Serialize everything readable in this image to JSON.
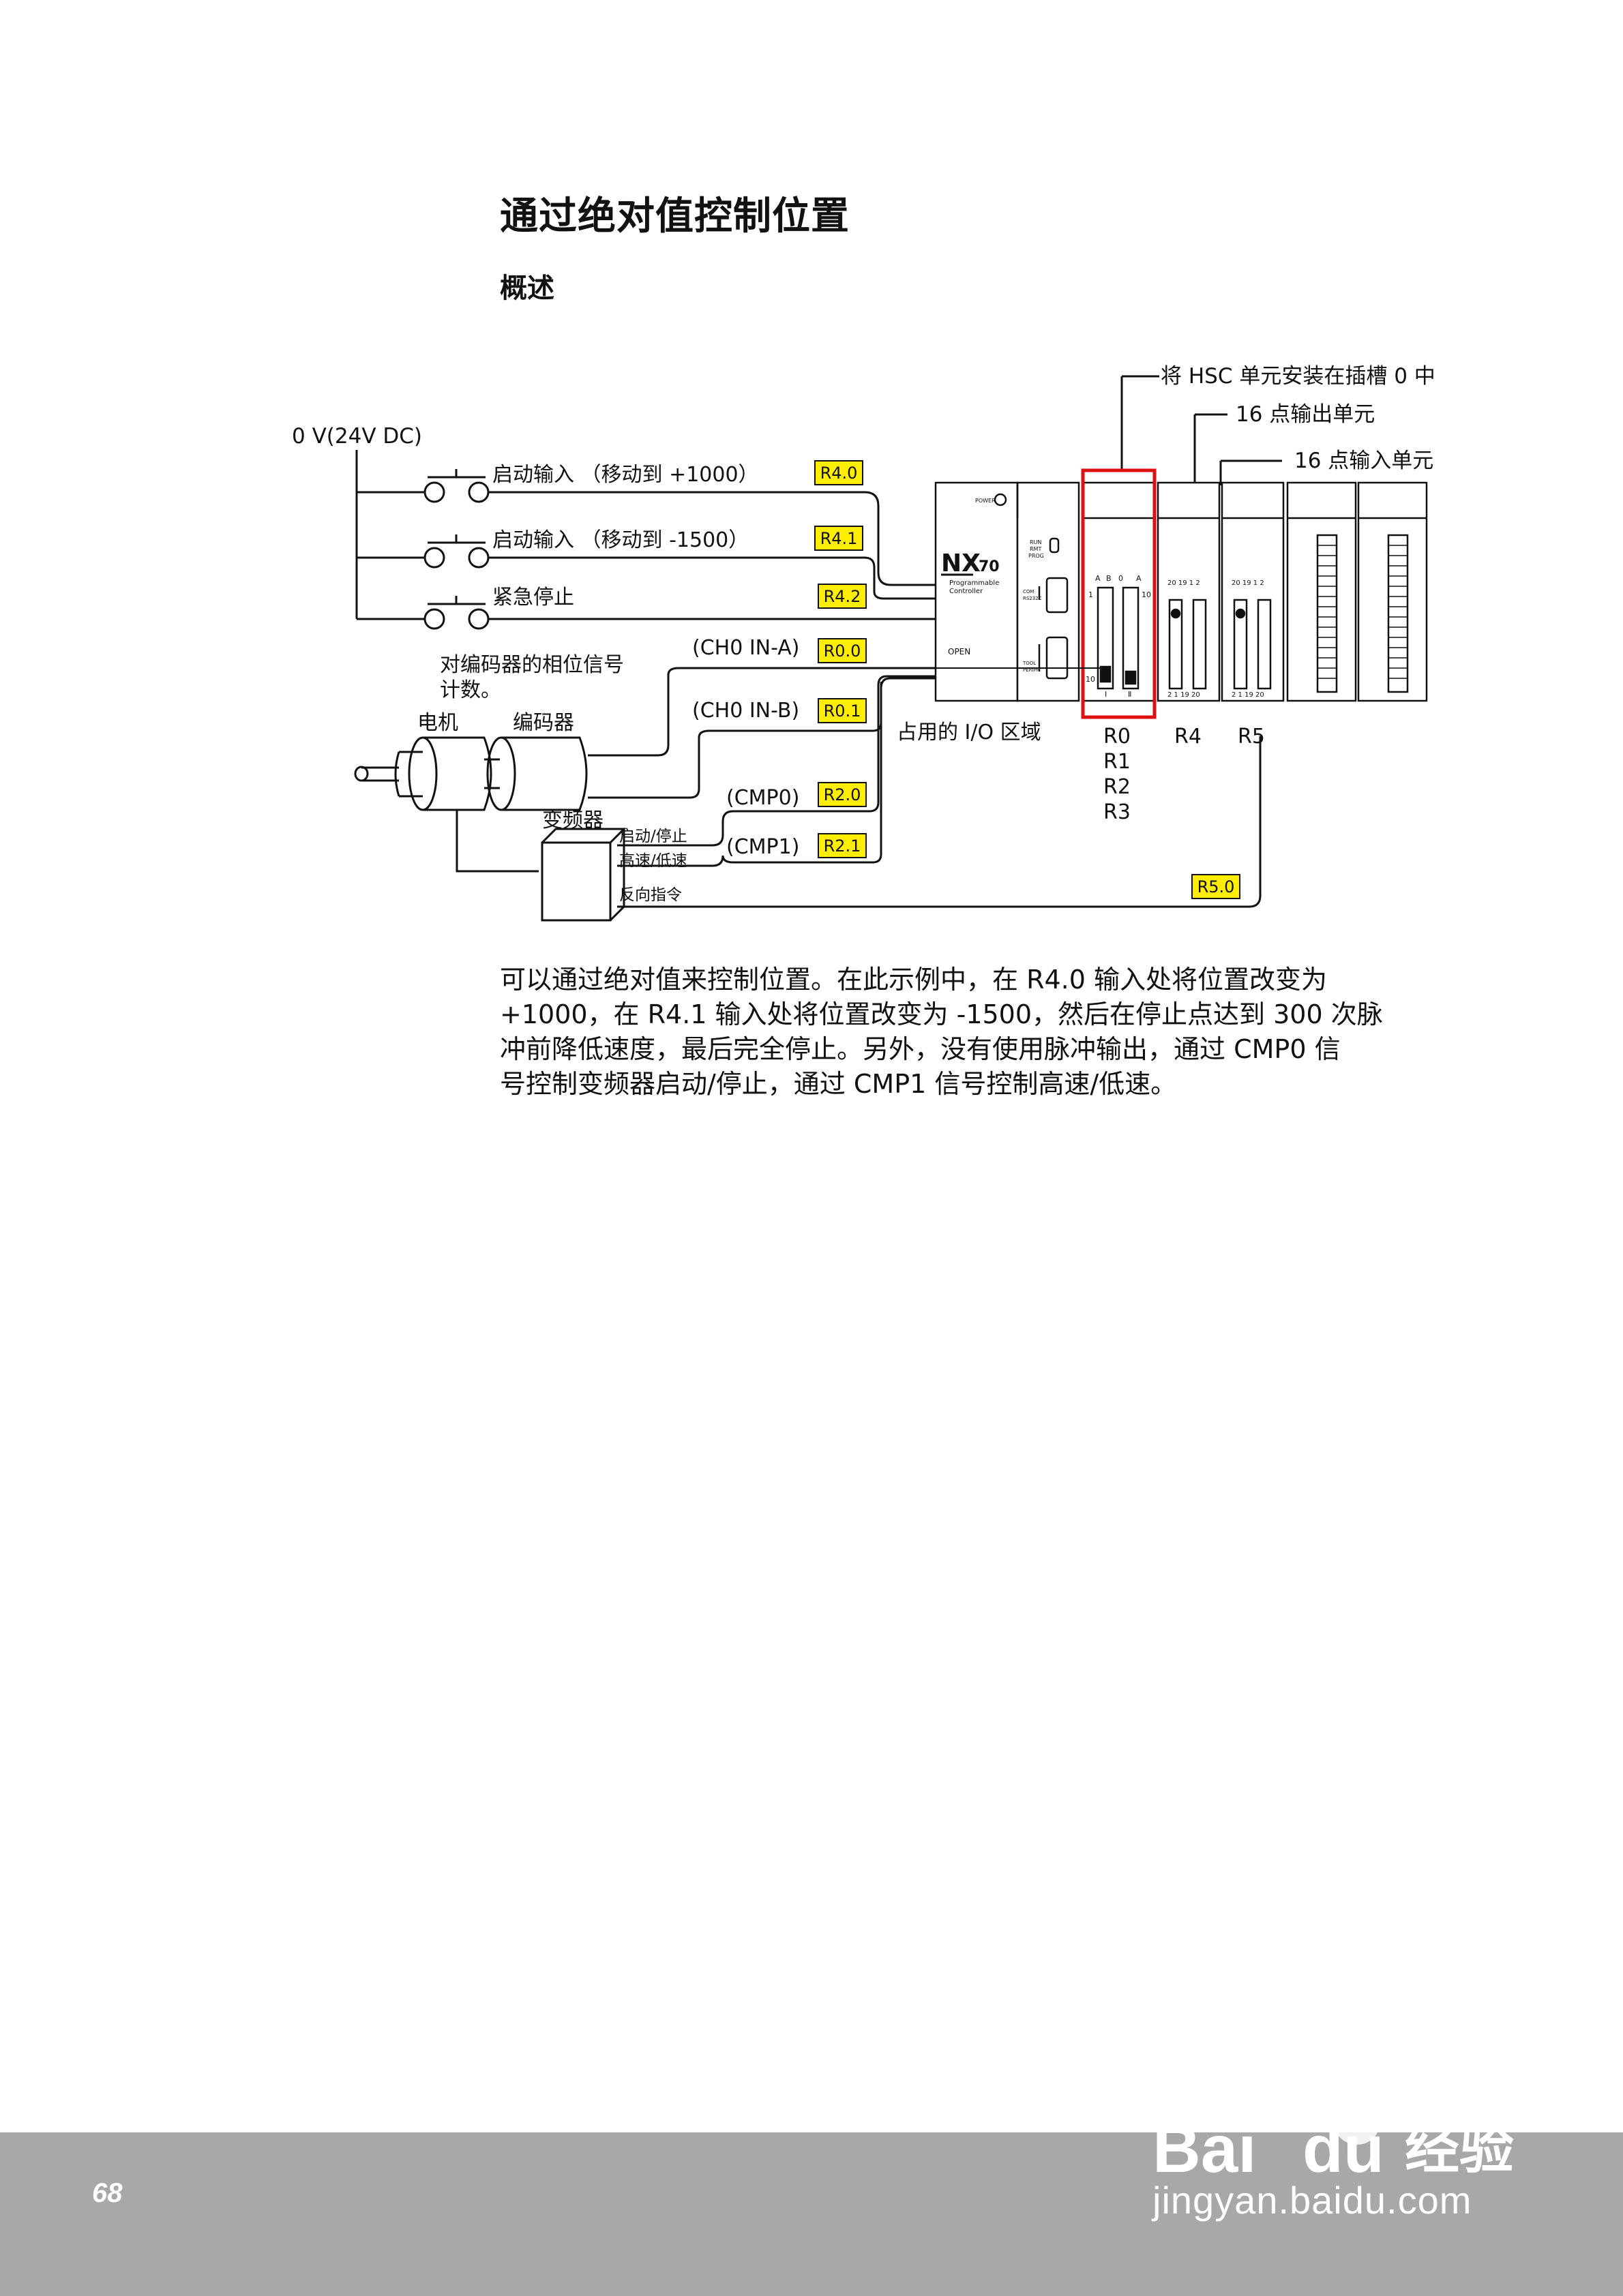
{
  "heading": "通过绝对值控制位置",
  "subheading": "概述",
  "diagram": {
    "callout_hsc": "将 HSC 单元安装在插槽 0 中",
    "callout_output": "16 点输出单元",
    "callout_input": "16 点输入单元",
    "supply": "0 V(24V DC)",
    "switch1": "启动输入 （移动到 +1000）",
    "switch2": "启动输入 （移动到 -1500）",
    "switch3": "紧急停止",
    "encoder_note_1": "对编码器的相位信号",
    "encoder_note_2": "计数。",
    "motor": "电机",
    "encoder": "编码器",
    "inverter": "变频器",
    "sig_ch0a": "(CH0 IN-A)",
    "sig_ch0b": "(CH0 IN-B)",
    "sig_cmp0": "(CMP0)",
    "sig_cmp1": "(CMP1)",
    "inv_start_stop": "启动/停止",
    "inv_speed": "高速/低速",
    "inv_reverse": "反向指令",
    "io_area": "占用的 I/O 区域",
    "tags": {
      "r40": "R4.0",
      "r41": "R4.1",
      "r42": "R4.2",
      "r00": "R0.0",
      "r01": "R0.1",
      "r20": "R2.0",
      "r21": "R2.1",
      "r50": "R5.0"
    },
    "regs_r0": [
      "R0",
      "R1",
      "R2",
      "R3"
    ],
    "reg_r4": "R4",
    "reg_r5": "R5",
    "plc_model": "NX",
    "plc_model_num": "70",
    "plc_sub1": "Programmable",
    "plc_sub2": "Controller",
    "plc_brand": "OPEN",
    "plc_power": "POWER",
    "plc_run": "RUN",
    "plc_rmt": "RMT",
    "plc_prog": "PROG",
    "plc_com": "COM",
    "plc_rs232": "RS232C",
    "plc_tool": "TOOL",
    "plc_periph": "PERIPH",
    "conn_top_a": "A",
    "conn_top_b": "B",
    "conn_top_0": "0",
    "conn_1": "1",
    "conn_10": "10",
    "conn_ii": "Ⅱ",
    "conn_i": "Ⅰ",
    "pins_top": "20 19 1 2",
    "pins_bottom": "2 1 19 20"
  },
  "paragraph": [
    "可以通过绝对值来控制位置。在此示例中，在 R4.0 输入处将位置改变为",
    "+1000，在 R4.1 输入处将位置改变为 -1500，然后在停止点达到 300 次脉",
    "冲前降低速度，最后完全停止。另外，没有使用脉冲输出，通过 CMP0 信",
    "号控制变频器启动/停止，通过 CMP1 信号控制高速/低速。"
  ],
  "footer": {
    "page_number": "68",
    "watermark_brand": "Bai",
    "watermark_brand2": "du",
    "watermark_product": "经验",
    "watermark_url": "jingyan.baidu.com"
  },
  "colors": {
    "tag_fill": "#ffee00",
    "highlight": "#dd1111",
    "footer": "#a8a8a8"
  }
}
